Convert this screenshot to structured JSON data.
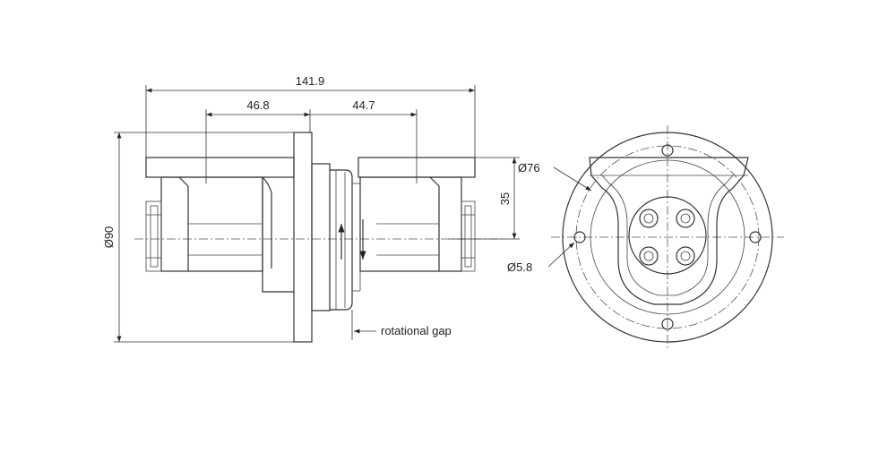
{
  "dimensions": {
    "overall_length": "141.9",
    "left_length": "46.8",
    "right_length": "44.7",
    "height": "35",
    "outer_diameter": "Ø90",
    "inner_diameter": "Ø76",
    "hole_diameter": "Ø5.8"
  },
  "labels": {
    "rotational_gap": "rotational gap"
  }
}
